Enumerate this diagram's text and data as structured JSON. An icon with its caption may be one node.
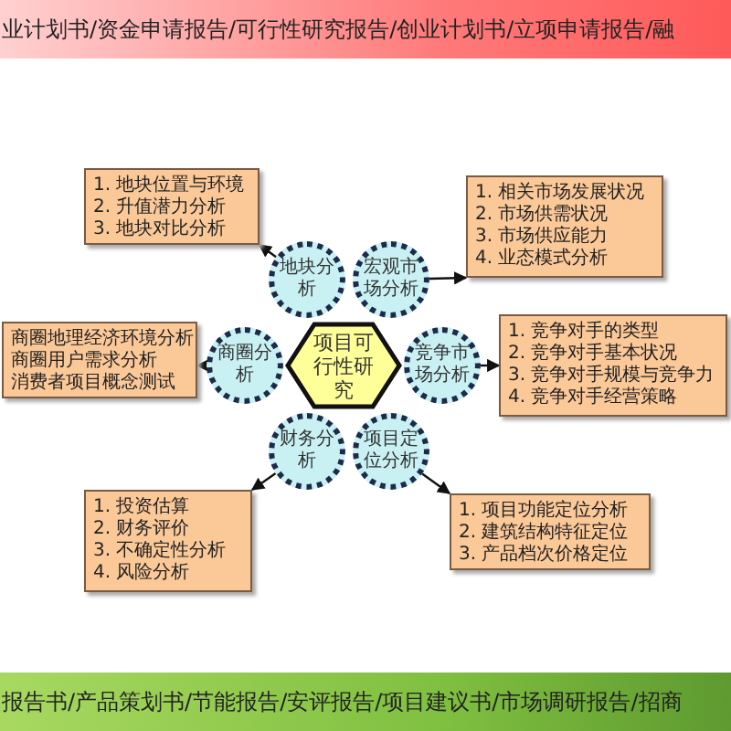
{
  "diagram": {
    "nodes": [
      {
        "text": [
          "1. 地块位置与环境",
          "2. 升值潜力分析",
          "3. 地块对比分析"
        ]
      },
      {
        "text": [
          "1. 相关市场发展状况",
          "2. 市场供需状况",
          "3. 市场供应能力",
          "4. 业态模式分析"
        ]
      },
      {
        "text": [
          "地块分析"
        ]
      },
      {
        "text": [
          "宏观市场分析"
        ]
      },
      {
        "text": [
          "商圈地理经济环境分析",
          "商圈用户需求分析",
          "消费者项目概念测试"
        ]
      },
      {
        "text": [
          "商圈分析"
        ]
      },
      {
        "text": [
          "项目可行性研究"
        ]
      },
      {
        "text": [
          "竞争市场分析"
        ]
      },
      {
        "text": [
          "1. 竞争对手的类型",
          "2. 竞争对手基本状况",
          "3. 竞争对手规模与竞争力",
          "4. 竞争对手经营策略"
        ]
      },
      {
        "text": [
          "财务分析"
        ]
      },
      {
        "text": [
          "项目定位分析"
        ]
      },
      {
        "text": [
          "1. 投资估算",
          "2. 财务评价",
          "3. 不确定性分析",
          "4. 风险分析"
        ]
      },
      {
        "text": [
          "1. 项目功能定位分析",
          "2. 建筑结构特征定位",
          "3. 产品档次价格定位"
        ]
      }
    ],
    "edges": [
      {
        "from": 2,
        "to": 0,
        "arrow": "to"
      },
      {
        "from": 3,
        "to": 1,
        "arrow": "to"
      },
      {
        "from": 5,
        "to": 4,
        "arrow": "to"
      },
      {
        "from": 7,
        "to": 8,
        "arrow": "to"
      },
      {
        "from": 9,
        "to": 11,
        "arrow": "to"
      },
      {
        "from": 10,
        "to": 12,
        "arrow": "to"
      }
    ],
    "labels": [
      "业计划书/资金申请报告/可行性研究报告/创业计划书/立项申请报告/融",
      "报告书/产品策划书/节能报告/安评报告/项目建议书/市场调研报告/招商"
    ]
  }
}
